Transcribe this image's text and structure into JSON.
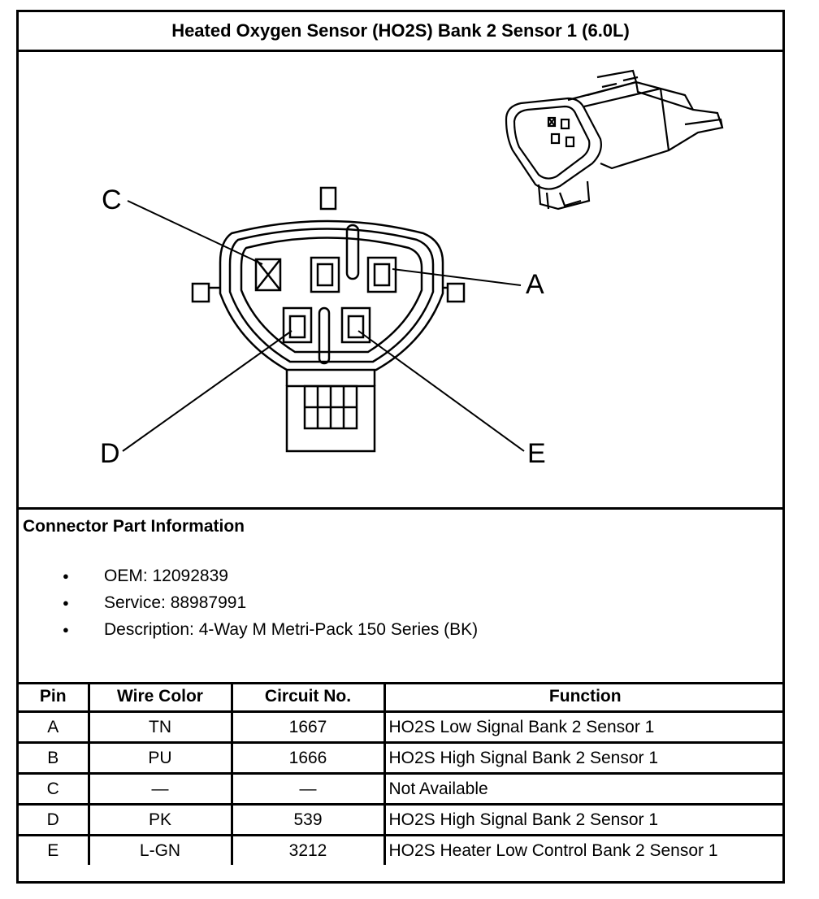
{
  "title": "Heated Oxygen Sensor (HO2S) Bank 2 Sensor 1 (6.0L)",
  "diagram": {
    "pin_labels": {
      "a": "A",
      "c": "C",
      "d": "D",
      "e": "E"
    }
  },
  "connector_info": {
    "heading": "Connector Part Information",
    "items": [
      "OEM: 12092839",
      "Service: 88987991",
      "Description: 4-Way M Metri-Pack 150 Series (BK)"
    ]
  },
  "pin_table": {
    "headers": [
      "Pin",
      "Wire Color",
      "Circuit No.",
      "Function"
    ],
    "rows": [
      [
        "A",
        "TN",
        "1667",
        "HO2S Low Signal Bank 2 Sensor 1"
      ],
      [
        "B",
        "PU",
        "1666",
        "HO2S High Signal Bank 2 Sensor 1"
      ],
      [
        "C",
        "—",
        "—",
        "Not Available"
      ],
      [
        "D",
        "PK",
        "539",
        "HO2S High Signal Bank 2 Sensor 1"
      ],
      [
        "E",
        "L-GN",
        "3212",
        "HO2S Heater Low Control Bank 2 Sensor 1"
      ]
    ]
  }
}
